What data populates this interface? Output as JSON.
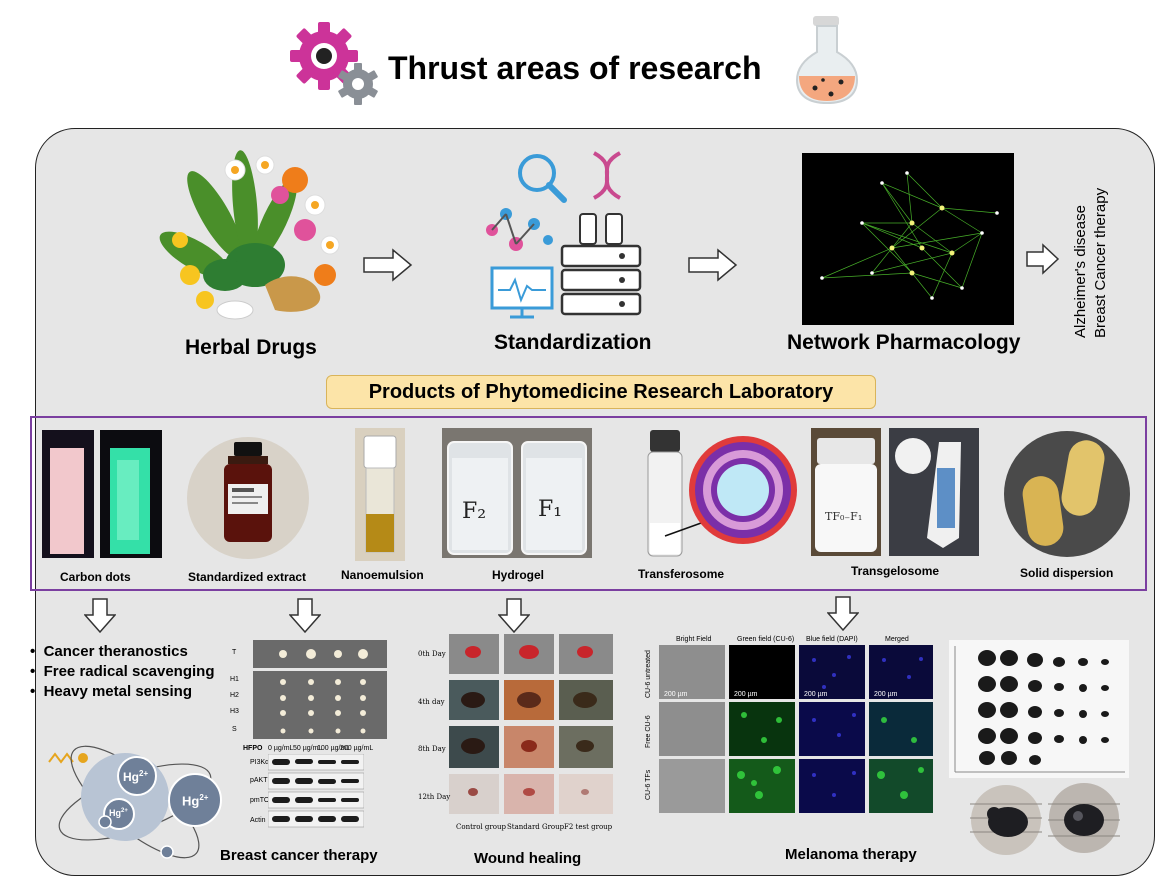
{
  "title": "Thrust areas of research",
  "pipeline": {
    "herbal": "Herbal Drugs",
    "standardization": "Standardization",
    "network": "Network Pharmacology",
    "outcomes": [
      "Alzheimer's disease",
      "Breast Cancer therapy"
    ]
  },
  "banner": "Products of Phytomedicine Research Laboratory",
  "products": [
    "Carbon dots",
    "Standardized extract",
    "Nanoemulsion",
    "Hydrogel",
    "Transferosome",
    "Transgelosome",
    "Solid dispersion"
  ],
  "applications": {
    "carbon_dots_uses": [
      "Cancer theranostics",
      "Free radical scavenging",
      "Heavy metal sensing"
    ],
    "ion_label": "Hg",
    "ion_charge": "2+",
    "breast": "Breast cancer therapy",
    "wound": "Wound healing",
    "melanoma": "Melanoma therapy"
  },
  "blot": {
    "treatment_label": "HFPO",
    "doses": [
      "0 µg/mL",
      "50 µg/mL",
      "100 µg/mL",
      "200 µg/mL"
    ],
    "proteins": [
      "PI3Kα",
      "pAKT 473",
      "pmTOR",
      "Actin"
    ],
    "rows": [
      "T",
      "H1",
      "H2",
      "H3",
      "S"
    ]
  },
  "wound_panel": {
    "days": [
      "0th Day",
      "4th day",
      "8th Day",
      "12th Day"
    ],
    "groups": [
      "Control group",
      "Standard Group",
      "F2 test group"
    ]
  },
  "melanoma_panel": {
    "columns": [
      "Bright Field",
      "Green field (CU-6)",
      "Blue field (DAPI)",
      "Merged"
    ],
    "rows": [
      "CU-6 untreated",
      "Free CU-6",
      "CU-6 TFs"
    ],
    "scale": "200 µm"
  },
  "colors": {
    "panel_bg": "#e6e6e6",
    "banner_bg": "#fce4a8",
    "product_border": "#7b3fa0",
    "gear_magenta": "#cc3399",
    "flask_liquid": "#f4a77f",
    "network_edge": "#4fc22e"
  }
}
